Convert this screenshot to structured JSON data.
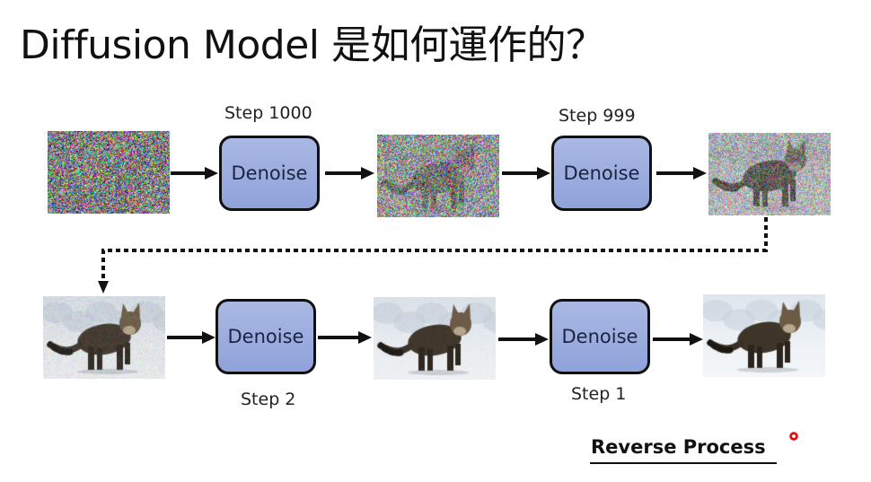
{
  "title": "Diffusion Model 是如何運作的？",
  "row1": {
    "steps": [
      {
        "label": "Step 1000",
        "box_label": "Denoise"
      },
      {
        "label": "Step 999",
        "box_label": "Denoise"
      }
    ],
    "images": [
      {
        "name": "pure-noise",
        "noise_level": 1.0
      },
      {
        "name": "noisy-cat-1",
        "noise_level": 0.8
      },
      {
        "name": "noisy-cat-2",
        "noise_level": 0.55
      }
    ]
  },
  "row2": {
    "steps": [
      {
        "label": "Step 2",
        "box_label": "Denoise"
      },
      {
        "label": "Step 1",
        "box_label": "Denoise"
      }
    ],
    "images": [
      {
        "name": "slightly-noisy-cat",
        "noise_level": 0.12
      },
      {
        "name": "almost-clean-cat",
        "noise_level": 0.05
      },
      {
        "name": "clean-cat",
        "noise_level": 0.0
      }
    ]
  },
  "footer": {
    "label": "Reverse Process"
  },
  "colors": {
    "denoise_fill_top": "#a9b8e3",
    "denoise_fill_bottom": "#8fa3da",
    "laser_pointer": "#e01010"
  }
}
